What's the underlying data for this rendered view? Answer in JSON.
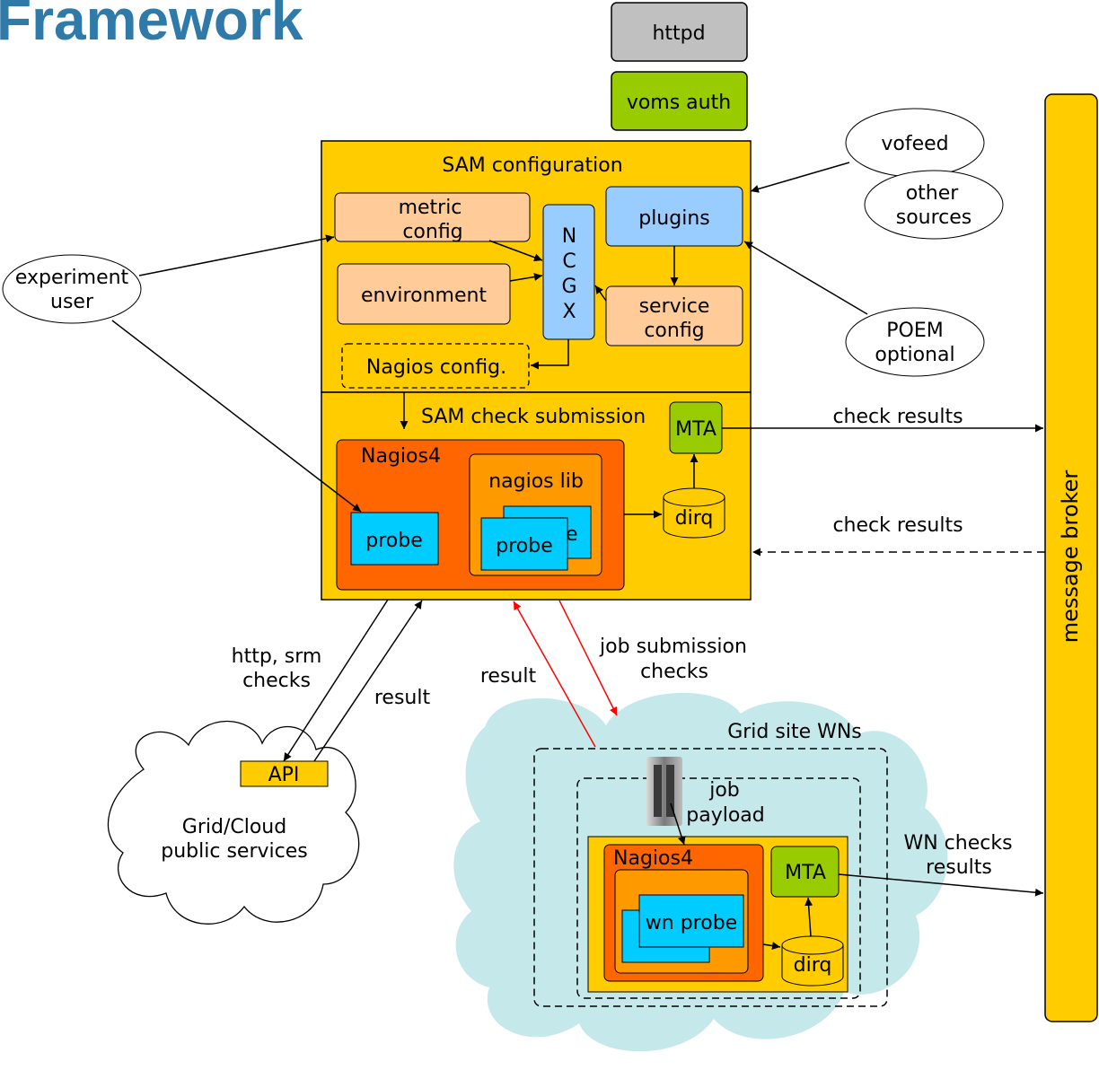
{
  "title": "Framework",
  "colors": {
    "title": "#2f7aa8",
    "sam_box": "#ffcc00",
    "peach": "#ffcc99",
    "blue_box": "#99ccff",
    "nagios": "#ff6600",
    "nagios_lib": "#ff9900",
    "probe": "#00ccff",
    "mta": "#99cc00",
    "httpd": "#c0c0c0",
    "cloud_grid": "#c5e8ea",
    "red_arrow": "#ff0000"
  },
  "top": {
    "httpd": "httpd",
    "voms_auth": "voms auth"
  },
  "sam_configuration": {
    "title": "SAM configuration",
    "metric_config": [
      "metric",
      "config"
    ],
    "environment": "environment",
    "ncgx": [
      "N",
      "C",
      "G",
      "X"
    ],
    "plugins": "plugins",
    "service_config": [
      "service",
      "config"
    ],
    "nagios_config": "Nagios config."
  },
  "sources": {
    "vofeed": "vofeed",
    "other_sources": [
      "other",
      "sources"
    ],
    "poem": [
      "POEM",
      "optional"
    ],
    "experiment_user": [
      "experiment",
      "user"
    ]
  },
  "sam_check_submission": {
    "title": "SAM check submission",
    "nagios4": "Nagios4",
    "nagios_lib": "nagios lib",
    "probe_back_partial": "e",
    "probe": "probe",
    "probe_left": "probe",
    "mta": "MTA",
    "dirq": "dirq"
  },
  "message_broker": "message broker",
  "edges": {
    "check_results_out": "check results",
    "check_results_in": "check results",
    "http_srm_checks": [
      "http, srm",
      "checks"
    ],
    "result_left": "result",
    "result_red": "result",
    "job_submission_checks": [
      "job submission",
      "checks"
    ],
    "wn_checks_results": [
      "WN checks",
      "results"
    ]
  },
  "public_services": {
    "api": "API",
    "label": [
      "Grid/Cloud",
      "public services"
    ]
  },
  "grid_site": {
    "title": "Grid site WNs",
    "job_payload": [
      "job",
      "payload"
    ],
    "nagios4": "Nagios4",
    "wn_probe": "wn probe",
    "mta": "MTA",
    "dirq": "dirq"
  }
}
